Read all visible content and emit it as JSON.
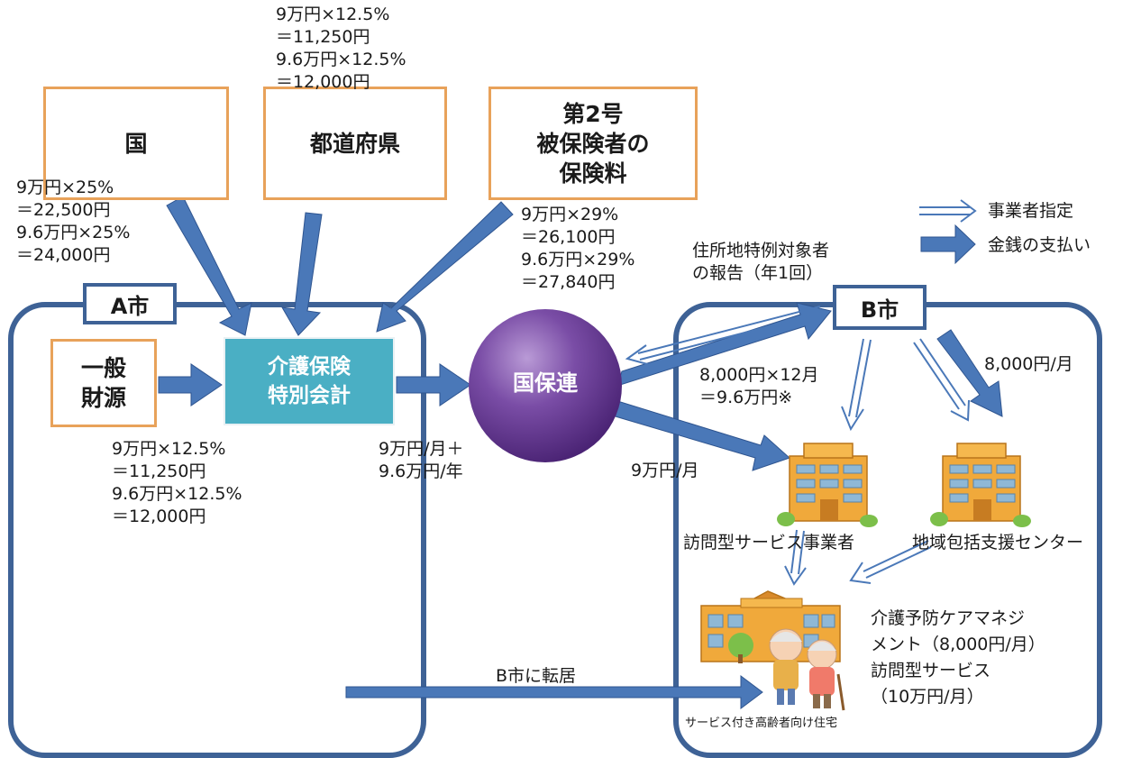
{
  "boxes": {
    "kuni": "国",
    "todofuken": "都道府県",
    "dai2go": "第2号\n被保険者の\n保険料",
    "ippan": "一般\n財源",
    "kaigo": "介護保険\n特別会計",
    "kokuhoren": "国保連"
  },
  "cities": {
    "a": "A市",
    "b": "B市"
  },
  "amounts": {
    "todofuken": "9万円×12.5%\n＝11,250円\n9.6万円×12.5%\n＝12,000円",
    "kuni": "9万円×25%\n＝22,500円\n9.6万円×25%\n＝24,000円",
    "dai2go": "9万円×29%\n＝26,100円\n9.6万円×29%\n＝27,840円",
    "ippan": "9万円×12.5%\n＝11,250円\n9.6万円×12.5%\n＝12,000円",
    "kaigo_to_kokuhoren": "9万円/月＋\n9.6万円/年",
    "kokuhoren_to_provider": "9万円/月",
    "kokuhoren_to_b": "8,000円×12月\n＝9.6万円※",
    "b_to_center": "8,000円/月"
  },
  "notes": {
    "report": "住所地特例対象者\nの報告（年1回）",
    "move": "B市に転居"
  },
  "facilities": {
    "provider": "訪問型サービス事業者",
    "center": "地域包括支援センター",
    "housing": "サービス付き高齢者向け住宅"
  },
  "services": "介護予防ケアマネジ\nメント（8,000円/月）\n訪問型サービス\n（10万円/月）",
  "legend": {
    "designation": "事業者指定",
    "payment": "金銭の支払い"
  },
  "colors": {
    "arrow": "#4a78b8",
    "region_border": "#3e6296",
    "box_border": "#e8a25a",
    "teal": "#4aafc4",
    "sphere": "#6a3d96"
  }
}
